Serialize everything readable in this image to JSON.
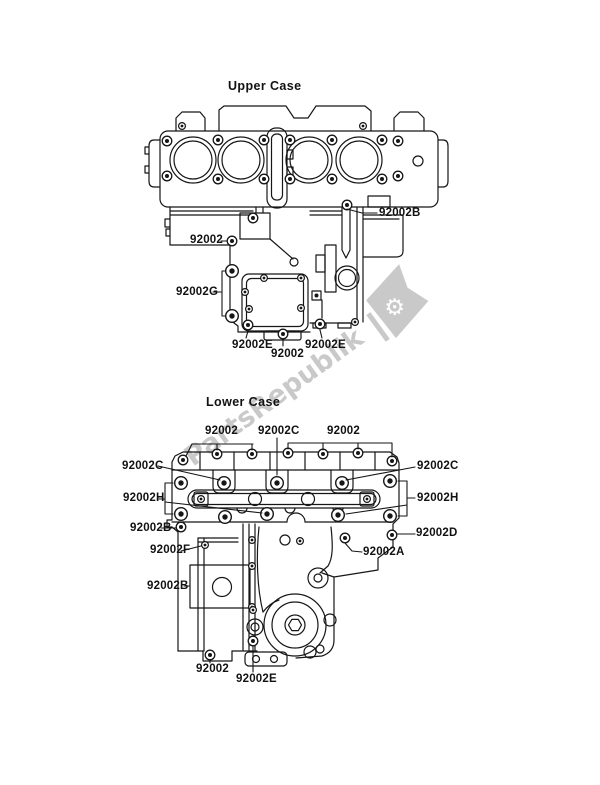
{
  "page": {
    "background": "#ffffff",
    "line_color": "#161616"
  },
  "watermark": {
    "text": "PartsRepublik",
    "gear_icon": "⚙",
    "color": "#c9c9c9"
  },
  "upper_case": {
    "title": "Upper Case",
    "labels": [
      {
        "text": "92002B"
      },
      {
        "text": "92002"
      },
      {
        "text": "92002G"
      },
      {
        "text": "92002E"
      },
      {
        "text": "92002"
      },
      {
        "text": "92002E"
      }
    ]
  },
  "lower_case": {
    "title": "Lower Case",
    "labels": [
      {
        "text": "92002"
      },
      {
        "text": "92002C"
      },
      {
        "text": "92002"
      },
      {
        "text": "92002C"
      },
      {
        "text": "92002C"
      },
      {
        "text": "92002H"
      },
      {
        "text": "92002H"
      },
      {
        "text": "92002B"
      },
      {
        "text": "92002D"
      },
      {
        "text": "92002F"
      },
      {
        "text": "92002A"
      },
      {
        "text": "92002B"
      },
      {
        "text": "92002"
      },
      {
        "text": "92002E"
      }
    ]
  }
}
